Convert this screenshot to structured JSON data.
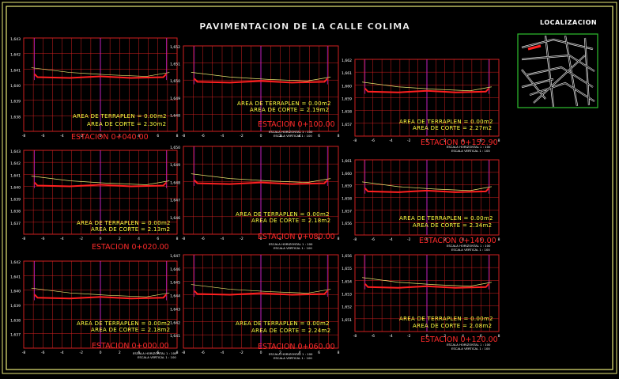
{
  "sheet": {
    "title": "PAVIMENTACION DE LA CALLE COLIMA",
    "location_title": "LOCALIZACION",
    "colors": {
      "frame": "#e8e878",
      "grid": "#d02020",
      "profile": "#ff2020",
      "terrain": "#e8e870",
      "axis": "#c020c0",
      "text_red": "#ff2a2a",
      "text_yellow": "#ffff40",
      "tick_labels": "#ffffff",
      "map_border": "#30c030"
    }
  },
  "panels": [
    {
      "id": "p040",
      "station": "ESTACION 0+040.00",
      "area_terraplen": "AREA DE TERRAPLEN = 0.00m2",
      "area_corte": "AREA DE CORTE = 2.30m2",
      "y_labels": [
        "1,643",
        "1,642",
        "1,641",
        "1,640",
        "1,639",
        "1,638"
      ],
      "x_labels": [
        "-8",
        "-6",
        "-4",
        "-2",
        "0",
        "2",
        "4",
        "6",
        "8"
      ]
    },
    {
      "id": "p100",
      "station": "ESTACION 0+100.00",
      "area_terraplen": "AREA DE TERRAPLEN = 0.00m2",
      "area_corte": "AREA DE CORTE = 2.19m2",
      "scale_h": "ESCALA HORIZONTAL 1 : 100",
      "scale_v": "ESCALA VERTICAL 1 : 100",
      "y_labels": [
        "1,652",
        "1,651",
        "1,650",
        "1,649",
        "1,648"
      ],
      "x_labels": [
        "-8",
        "-6",
        "-4",
        "-2",
        "0",
        "2",
        "4",
        "6",
        "8"
      ]
    },
    {
      "id": "p152",
      "station": "ESTACION 0+152.90",
      "area_terraplen": "AREA DE TERRAPLEN = 0.00m2",
      "area_corte": "AREA DE CORTE = 2.27m2",
      "scale_h": "ESCALA HORIZONTAL 1 : 100",
      "scale_v": "ESCALA VERTICAL 1 : 100",
      "y_labels": [
        "1,662",
        "1,661",
        "1,660",
        "1,659",
        "1,658",
        "1,657"
      ],
      "x_labels": [
        "-8",
        "-6",
        "-4",
        "-2",
        "0",
        "2",
        "4",
        "6",
        "8"
      ]
    },
    {
      "id": "p020",
      "station": "ESTACION 0+020.00",
      "area_terraplen": "AREA DE TERRAPLEN = 0.00m2",
      "area_corte": "AREA DE CORTE = 2.13m2",
      "y_labels": [
        "1,643",
        "1,642",
        "1,641",
        "1,640",
        "1,639",
        "1,638",
        "1,637"
      ],
      "x_labels": [
        "-8",
        "-6",
        "-4",
        "-2",
        "0",
        "2",
        "4",
        "6",
        "8"
      ]
    },
    {
      "id": "p080",
      "station": "ESTACION 0+080.00",
      "area_terraplen": "AREA DE TERRAPLEN = 0.00m2",
      "area_corte": "AREA DE CORTE = 2.18m2",
      "scale_h": "ESCALA HORIZONTAL 1 : 100",
      "scale_v": "ESCALA VERTICAL 1 : 100",
      "y_labels": [
        "1,650",
        "1,649",
        "1,648",
        "1,647",
        "1,646"
      ],
      "x_labels": [
        "-8",
        "-6",
        "-4",
        "-2",
        "0",
        "2",
        "4",
        "6",
        "8"
      ]
    },
    {
      "id": "p140",
      "station": "ESTACION 0+140.00",
      "area_terraplen": "AREA DE TERRAPLEN = 0.00m2",
      "area_corte": "AREA DE CORTE = 2.34m2",
      "scale_h": "ESCALA HORIZONTAL 1 : 100",
      "scale_v": "ESCALA VERTICAL 1 : 100",
      "y_labels": [
        "1,661",
        "1,660",
        "1,659",
        "1,658",
        "1,657",
        "1,656"
      ],
      "x_labels": [
        "-8",
        "-6",
        "-4",
        "-2",
        "0",
        "2",
        "4",
        "6",
        "8"
      ]
    },
    {
      "id": "p000",
      "station": "ESTACION 0+000.00",
      "area_terraplen": "AREA DE TERRAPLEN = 0.00m2",
      "area_corte": "AREA DE CORTE = 2.18m2",
      "scale_h": "ESCALA HORIZONTAL 1 : 100",
      "scale_v": "ESCALA VERTICAL 1 : 100",
      "y_labels": [
        "1,642",
        "1,641",
        "1,640",
        "1,639",
        "1,638",
        "1,637"
      ],
      "x_labels": [
        "-8",
        "-6",
        "-4",
        "-2",
        "0",
        "2",
        "4",
        "6",
        "8"
      ]
    },
    {
      "id": "p060",
      "station": "ESTACION 0+060.00",
      "area_terraplen": "AREA DE TERRAPLEN = 0.00m2",
      "area_corte": "AREA DE CORTE = 2.24m2",
      "scale_h": "ESCALA HORIZONTAL 1 : 100",
      "scale_v": "ESCALA VERTICAL 1 : 100",
      "y_labels": [
        "1,647",
        "1,646",
        "1,645",
        "1,644",
        "1,643",
        "1,642",
        "1,641"
      ],
      "x_labels": [
        "-8",
        "-6",
        "-4",
        "-2",
        "0",
        "2",
        "4",
        "6",
        "8"
      ]
    },
    {
      "id": "p120",
      "station": "ESTACION 0+120.00",
      "area_terraplen": "AREA DE TERRAPLEN = 0.00m2",
      "area_corte": "AREA DE CORTE = 2.08m2",
      "scale_h": "ESCALA HORIZONTAL 1 : 100",
      "scale_v": "ESCALA VERTICAL 1 : 100",
      "y_labels": [
        "1,656",
        "1,655",
        "1,654",
        "1,653",
        "1,652",
        "1,651"
      ],
      "x_labels": [
        "-8",
        "-6",
        "-4",
        "-2",
        "0",
        "2",
        "4",
        "6",
        "8"
      ]
    }
  ]
}
